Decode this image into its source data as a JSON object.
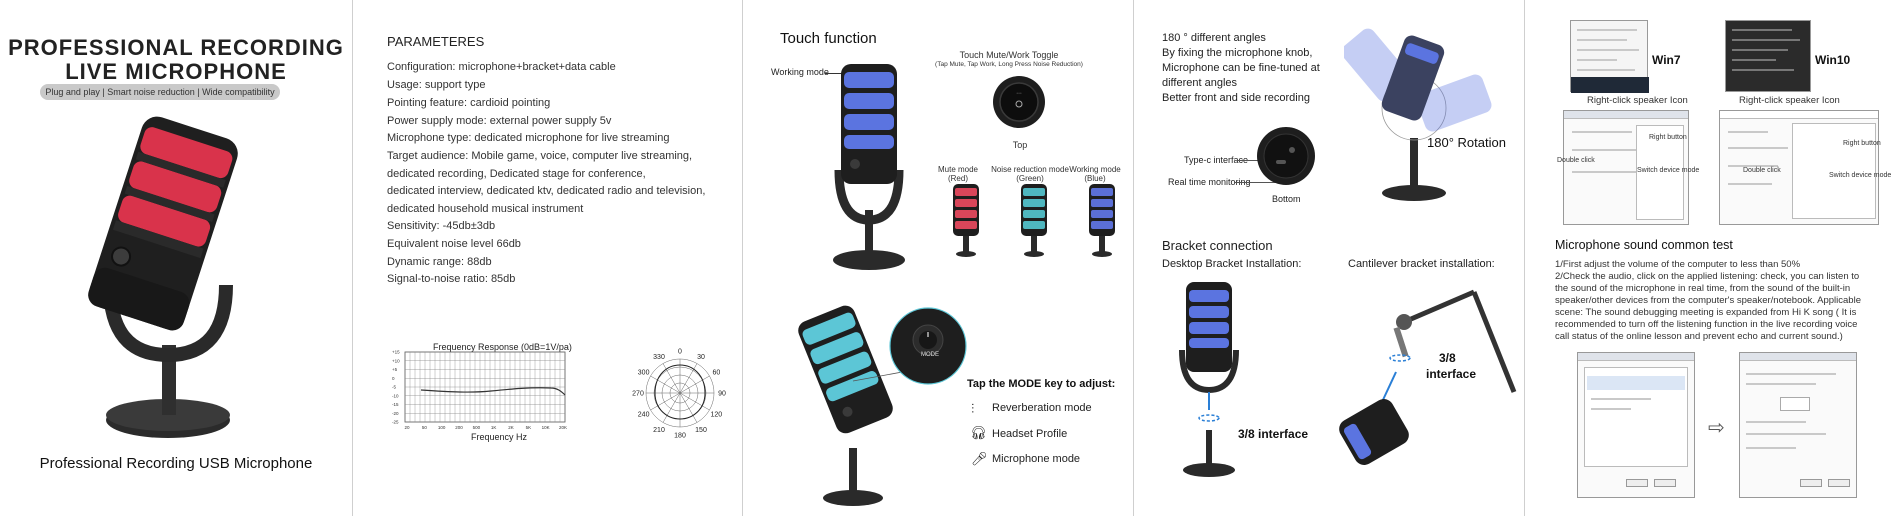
{
  "panel1": {
    "title_line1": "PROFESSIONAL RECORDING",
    "title_line2": "LIVE MICROPHONE",
    "tagline": "Plug and play | Smart noise reduction | Wide compatibility",
    "caption": "Professional Recording USB Microphone",
    "accent_color": "#d9334b"
  },
  "panel2": {
    "heading": "PARAMETERES",
    "specs": [
      "Configuration: microphone+bracket+data cable",
      "Usage: support type",
      "Pointing feature: cardioid pointing",
      "Power supply mode: external power supply 5v",
      "Microphone type: dedicated microphone for live streaming",
      "Target audience: Mobile game, voice, computer live streaming,",
      "dedicated recording, Dedicated stage for conference,",
      "dedicated interview, dedicated ktv, dedicated radio and television,",
      "dedicated household musical instrument",
      "Sensitivity: -45db±3db",
      "Equivalent noise level 66db",
      "Dynamic range: 88db",
      "Signal-to-noise ratio: 85db"
    ],
    "freq_chart": {
      "title": "Frequency Response (0dB=1V/pa)",
      "xlabel": "Frequency Hz",
      "y_ticks": [
        "+15",
        "+10",
        "+5",
        "0",
        "-5",
        "-10",
        "-15",
        "-20",
        "-25"
      ],
      "x_ticks": [
        "20",
        "50",
        "100",
        "200",
        "500",
        "1K",
        "2K",
        "5K",
        "10K",
        "20K"
      ]
    },
    "polar": {
      "labels": [
        "0",
        "30",
        "60",
        "90",
        "120",
        "150",
        "180",
        "210",
        "240",
        "270",
        "300",
        "330"
      ]
    }
  },
  "panel3": {
    "heading": "Touch function",
    "working_mode_label": "Working mode",
    "toggle_title": "Touch Mute/Work Toggle",
    "toggle_sub": "(Tap Mute, Tap Work, Long Press Noise Reduction)",
    "top_label": "Top",
    "modes": [
      {
        "name": "Mute mode",
        "color_name": "(Red)",
        "color": "#d9465a"
      },
      {
        "name": "Noise reduction mode",
        "color_name": "(Green)",
        "color": "#4fb7c0"
      },
      {
        "name": "Working mode",
        "color_name": "(Blue)",
        "color": "#5b6fd6"
      }
    ],
    "mode_knob_label": "MODE",
    "tap_mode_heading": "Tap the MODE key to adjust:",
    "mode_options": [
      "Reverberation mode",
      "Headset Profile",
      "Microphone mode"
    ],
    "blue_color": "#5b74e0",
    "cyan_color": "#5cc6d6"
  },
  "panel4": {
    "angles_text": [
      "180 ° different angles",
      "By fixing the microphone knob,",
      "Microphone can be fine-tuned at",
      "different angles",
      "Better front and side recording"
    ],
    "rotation_label": "180° Rotation",
    "typec_label": "Type-c interface",
    "monitor_label": "Real time monitoring",
    "bottom_label": "Bottom",
    "bracket_heading": "Bracket connection",
    "desktop_label": "Desktop Bracket Installation:",
    "cantilever_label": "Cantilever bracket installation:",
    "interface_label_a": "3/8 interface",
    "interface_label_b1": "3/8",
    "interface_label_b2": "interface"
  },
  "panel5": {
    "win7": "Win7",
    "win10": "Win10",
    "right_click_a": "Right-click speaker Icon",
    "right_click_b": "Right-click speaker Icon",
    "double_click_a": "Double click",
    "double_click_b": "Double click",
    "right_button_a": "Right button",
    "right_button_b": "Right button",
    "switch_a": "Switch device mode",
    "switch_b": "Switch device mode",
    "test_heading": "Microphone sound common test",
    "test_lines": [
      "1/First adjust the volume of the computer to less than 50%",
      "2/Check the audio, click on the applied listening: check, you can listen to",
      "the sound of the microphone in real time, from the sound of the built-in",
      "speaker/other devices from the computer's speaker/notebook. Applicable",
      "scene: The sound debugging meeting is expanded from Hi K song ( It is",
      "recommended to turn off the listening function in the live recording voice",
      "call status of the online lesson and prevent echo and current sound.)"
    ]
  }
}
